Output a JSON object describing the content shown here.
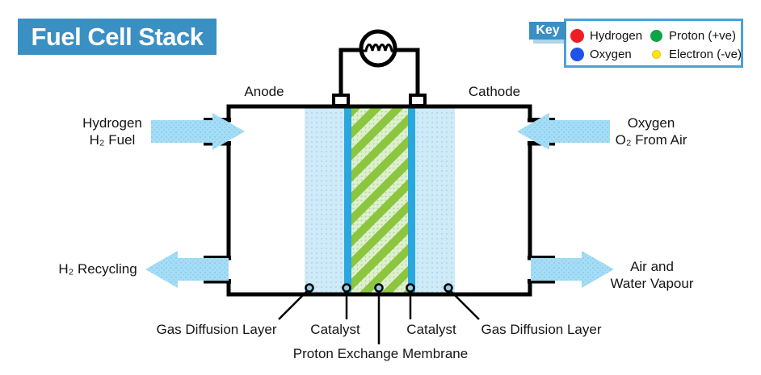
{
  "title": "Fuel Cell Stack",
  "key": {
    "label": "Key",
    "items": [
      {
        "name": "Hydrogen",
        "color": "#ee1c25"
      },
      {
        "name": "Oxygen",
        "color": "#2052e6"
      },
      {
        "name": "Proton (+ve)",
        "color": "#0ea345"
      },
      {
        "name": "Electron (-ve)",
        "color": "#ffe606"
      }
    ]
  },
  "electrodes": {
    "anode": "Anode",
    "cathode": "Cathode"
  },
  "flows": {
    "hydrogen_in": {
      "line1": "Hydrogen",
      "line2": "H₂ Fuel"
    },
    "oxygen_in": {
      "line1": "Oxygen",
      "line2": "O₂ From Air"
    },
    "hydrogen_out": {
      "line1": "H₂ Recycling"
    },
    "air_out": {
      "line1": "Air and",
      "line2": "Water Vapour"
    }
  },
  "layers": {
    "gdl_left": "Gas Diffusion Layer",
    "catalyst_left": "Catalyst",
    "membrane": "Proton Exchange Membrane",
    "catalyst_right": "Catalyst",
    "gdl_right": "Gas Diffusion Layer"
  },
  "colors": {
    "accent_blue": "#3a8fc3",
    "key_border_blue": "#4ba1d8",
    "arrow_blue": "#a5ddf6",
    "gdl_blue": "#cfeaf8",
    "catalyst_blue": "#29a8e0",
    "membrane_green": "#8cc63f",
    "membrane_pale_green": "#def0d0"
  }
}
